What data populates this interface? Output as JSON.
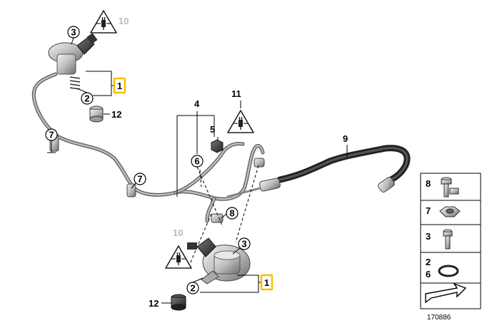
{
  "callouts": {
    "c1_top": "1",
    "c1_bottom": "1",
    "c2_top": "2",
    "c2_bottom": "2",
    "c3_top": "3",
    "c3_bottom": "3",
    "c4": "4",
    "c5": "5",
    "c6": "6",
    "c7_left": "7",
    "c7_mid": "7",
    "c8": "8",
    "c9": "9",
    "c10_top": "10",
    "c10_bottom": "10",
    "c11": "11",
    "c12_top": "12",
    "c12_bottom": "12"
  },
  "legend": {
    "row1": "8",
    "row2": "7",
    "row3": "3",
    "row4_a": "2",
    "row4_b": "6"
  },
  "diagram_id": "170886",
  "colors": {
    "highlight": "#f2c200",
    "pipe_grey": "#8a8a8a",
    "hose_dark": "#3a3a3a"
  }
}
